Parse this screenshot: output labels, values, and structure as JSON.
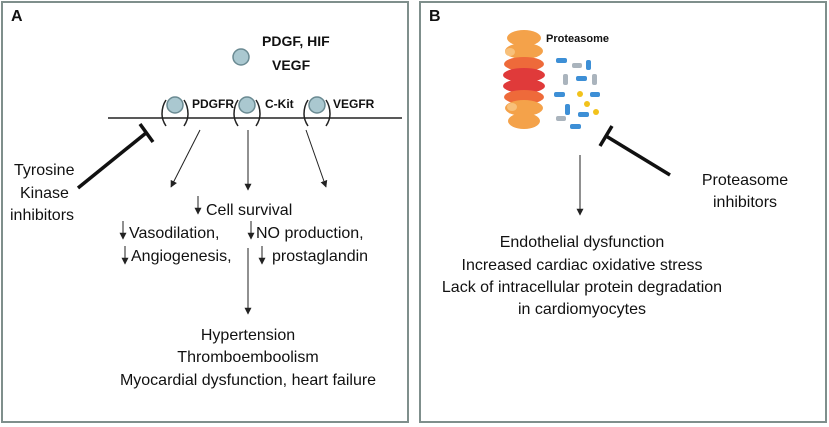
{
  "panel_a": {
    "letter": "A",
    "ligands_line1": "PDGF, HIF",
    "ligands_line2": "VEGF",
    "receptors": [
      "PDGFR",
      "C-Kit",
      "VEGFR"
    ],
    "inhibitor_line1": "Tyrosine",
    "inhibitor_line2": "Kinase",
    "inhibitor_line3": "inhibitors",
    "cell_survival": "Cell survival",
    "vasodilation": "Vasodilation,",
    "angiogenesis": "Angiogenesis,",
    "no_production": "NO production,",
    "prostaglandin": "prostaglandin",
    "outcome_line1": "Hypertension",
    "outcome_line2": "Thromboemboolism",
    "outcome_line3": "Myocardial dysfunction, heart failure"
  },
  "panel_b": {
    "letter": "B",
    "proteasome_label": "Proteasome",
    "inhibitor_line1": "Proteasome",
    "inhibitor_line2": "inhibitors",
    "effect_line1": "Endothelial dysfunction",
    "effect_line2": "Increased cardiac oxidative stress",
    "effect_line3": "Lack of intracellular protein degradation",
    "effect_line4": "in cardiomyocytes"
  },
  "colors": {
    "border": "#7f8f8c",
    "receptor": "#aac8d0",
    "proteasome_outer": "#f4a24a",
    "proteasome_inner": "#e03a3a",
    "fragment_blue": "#3d8fd6",
    "fragment_yellow": "#f2c21b"
  }
}
